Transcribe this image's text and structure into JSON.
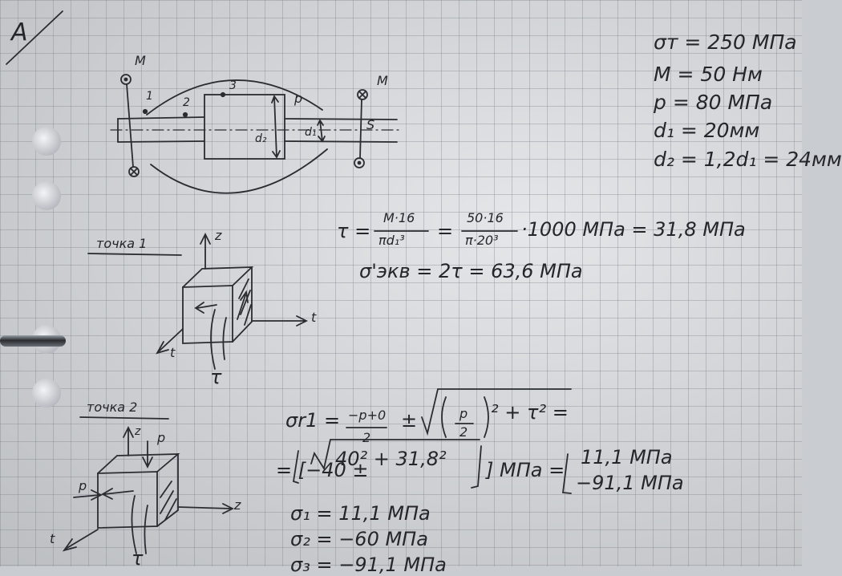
{
  "sheet": {
    "corner_mark": "A",
    "given": [
      "σт = 250 МПа",
      "M = 50 Hм",
      "p = 80 МПа",
      "d₁ = 20мм",
      "d₂ = 1,2d₁ = 24мм"
    ],
    "diagram": {
      "moment_left": "M",
      "moment_right": "M",
      "point_1": "1",
      "point_2": "2",
      "point_3": "3",
      "pressure_label": "p",
      "d1_label": "d₁",
      "d2_label": "d₂",
      "ring_label": "S"
    },
    "point1": {
      "title": "точка 1",
      "z_axis": "z",
      "t_axis_right": "t",
      "t_axis_front": "t",
      "tau_label": "τ",
      "eq1_lhs": "τ =",
      "eq1_frac1_num": "M·16",
      "eq1_frac1_den": "πd₁³",
      "eq1_eq": "=",
      "eq1_frac2_num": "50·16",
      "eq1_frac2_den": "π·20³",
      "eq1_rhs": "·1000 МПа = 31,8 МПа",
      "eq2": "σ'экв = 2τ = 63,6 МПа"
    },
    "point2": {
      "title": "точка 2",
      "z_axis": "z",
      "p_top": "p",
      "p_left": "p",
      "z_right": "z",
      "t_axis": "t",
      "tau_label": "τ",
      "sigma_lhs": "σr1 =",
      "frac_num": "−p+0",
      "frac_den": "2",
      "pm": "±",
      "root_inner_num": "p",
      "root_inner_den": "2",
      "root_tail": "² + τ² =",
      "line2_prefix": "= [−40 ±",
      "line2_root": "40² + 31,8²",
      "line2_suffix": "] МПа =",
      "result_top": "11,1 МПа",
      "result_bottom": "−91,1 МПа",
      "s1": "σ₁ = 11,1 МПа",
      "s2": "σ₂ = −60 МПа",
      "s3": "σ₃ = −91,1 МПа"
    }
  }
}
